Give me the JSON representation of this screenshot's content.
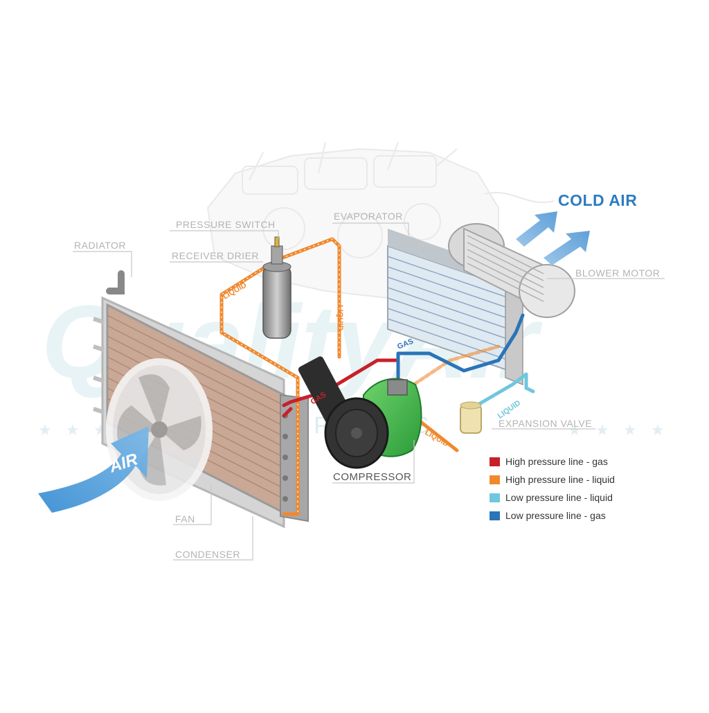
{
  "labels": {
    "pressure_switch": "PRESSURE SWITCH",
    "receiver_drier": "RECEIVER DRIER",
    "radiator": "RADIATOR",
    "evaporator": "EVAPORATOR",
    "blower_motor": "BLOWER MOTOR",
    "expansion_valve": "EXPANSION VALVE",
    "compressor": "COMPRESSOR",
    "fan": "FAN",
    "condenser": "CONDENSER",
    "cold_air": "COLD AIR",
    "air": "AIR"
  },
  "flow_tags": {
    "liquid_1": "LIQUID",
    "liquid_2": "LIQUID",
    "liquid_3": "LIQUID",
    "liquid_4": "LIQUID",
    "gas_1": "GAS",
    "gas_2": "GAS"
  },
  "legend": [
    {
      "label": "High pressure line - gas",
      "color": "#c8202a"
    },
    {
      "label": "High pressure line - liquid",
      "color": "#f0892e"
    },
    {
      "label": "Low pressure line - liquid",
      "color": "#6ec7dd"
    },
    {
      "label": "Low pressure line -  gas",
      "color": "#2a74b8"
    }
  ],
  "watermark": {
    "text": "QualityAir",
    "subtext": "AUTO PARTS"
  },
  "colors": {
    "high_gas": "#c8202a",
    "high_liquid": "#f0892e",
    "low_liquid": "#6ec7dd",
    "low_gas": "#2a74b8",
    "compressor": "#3cb04a",
    "air_arrow": "#2f7cc0"
  }
}
